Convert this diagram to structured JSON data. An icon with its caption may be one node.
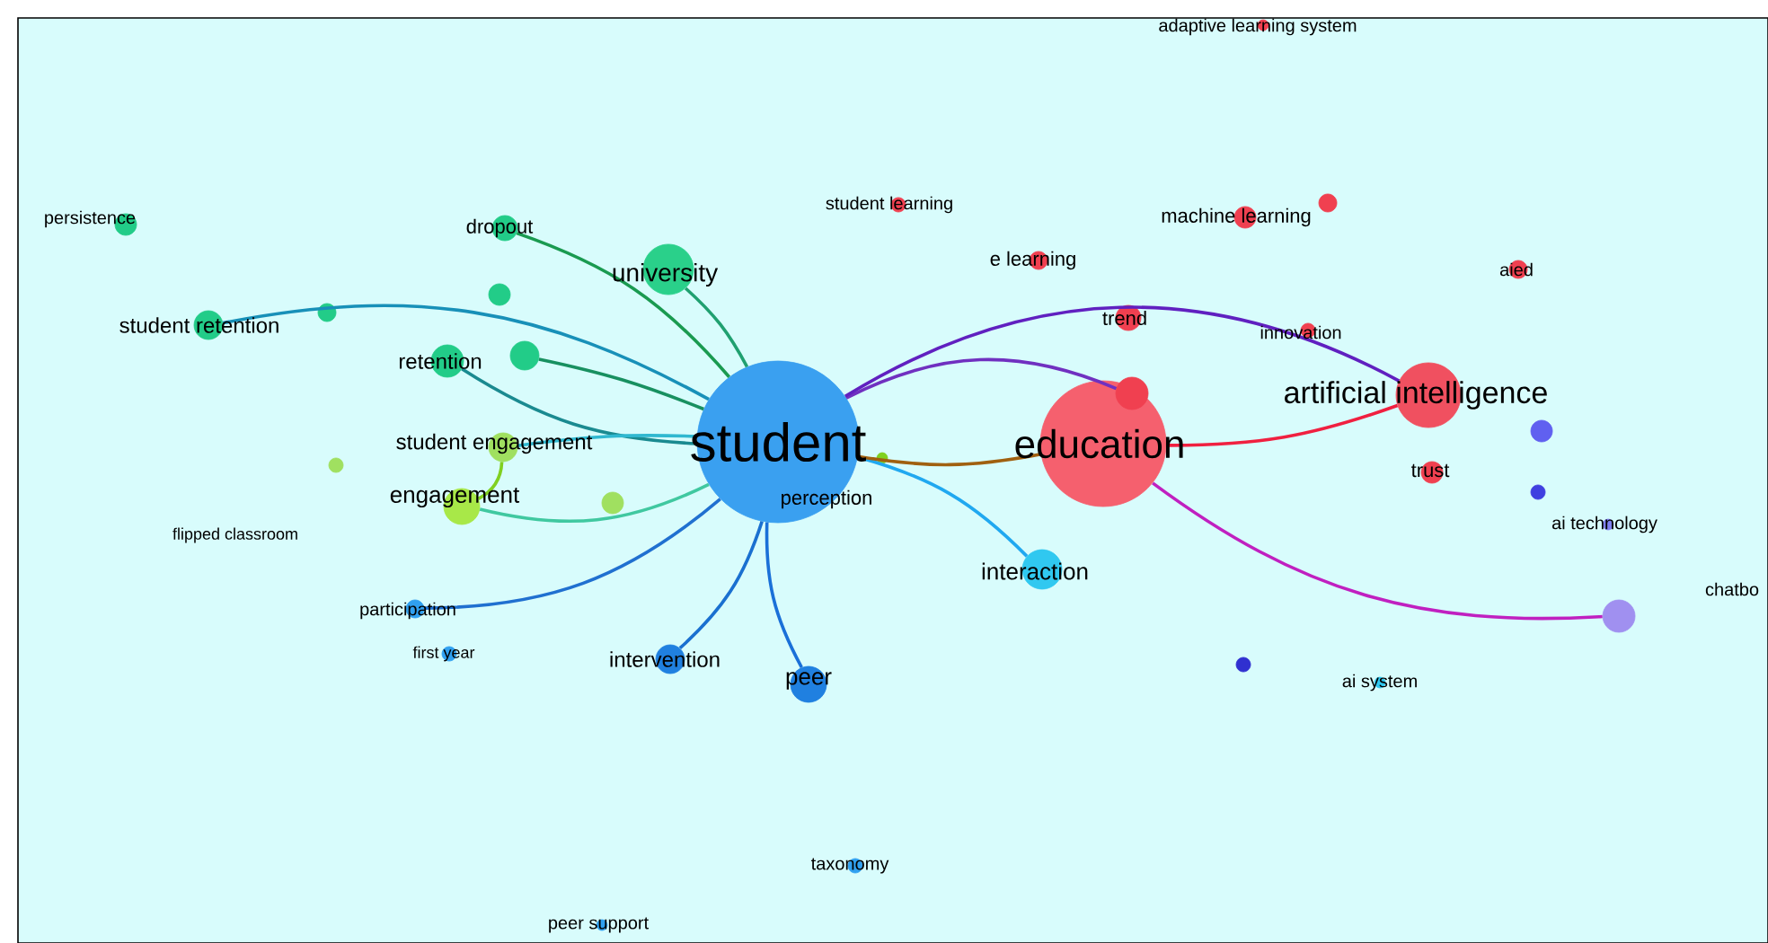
{
  "diagram": {
    "nodes": [
      {
        "text": [
          "student"
        ]
      },
      {
        "text": [
          "education"
        ]
      },
      {
        "text": [
          "artificial intelligence"
        ]
      },
      {
        "text": [
          "university"
        ]
      },
      {
        "text": [
          "dropout"
        ]
      },
      {
        "text": [
          "persistence"
        ]
      },
      {
        "text": [
          "student retention"
        ]
      },
      {
        "text": [
          "retention"
        ]
      },
      {
        "text": [
          "student engagement"
        ]
      },
      {
        "text": [
          "engagement"
        ]
      },
      {
        "text": [
          "flipped classroom"
        ]
      },
      {
        "text": [
          "participation"
        ]
      },
      {
        "text": [
          "first year"
        ]
      },
      {
        "text": [
          "intervention"
        ]
      },
      {
        "text": [
          "peer"
        ]
      },
      {
        "text": [
          "perception"
        ]
      },
      {
        "text": [
          "interaction"
        ]
      },
      {
        "text": [
          "student learning"
        ]
      },
      {
        "text": [
          "machine learning"
        ]
      },
      {
        "text": [
          "e learning"
        ]
      },
      {
        "text": [
          "trend"
        ]
      },
      {
        "text": [
          "innovation"
        ]
      },
      {
        "text": [
          "aied"
        ]
      },
      {
        "text": [
          "adaptive learning system"
        ]
      },
      {
        "text": [
          "trust"
        ]
      },
      {
        "text": [
          "ai technology"
        ]
      },
      {
        "text": [],
        "shape": "circle"
      },
      {
        "text": [
          "chatbo"
        ]
      },
      {
        "text": [
          "ai system"
        ]
      },
      {
        "text": [
          "taxonomy"
        ]
      },
      {
        "text": [
          "peer support"
        ]
      },
      {
        "text": [],
        "shape": "circle"
      },
      {
        "text": [],
        "shape": "circle"
      },
      {
        "text": [],
        "shape": "circle"
      },
      {
        "text": [],
        "shape": "circle"
      },
      {
        "text": [],
        "shape": "circle"
      },
      {
        "text": [],
        "shape": "circle"
      },
      {
        "text": [],
        "shape": "circle"
      },
      {
        "text": [],
        "shape": "circle"
      },
      {
        "text": [],
        "shape": "circle"
      },
      {
        "text": [],
        "shape": "circle"
      },
      {
        "text": [],
        "shape": "circle"
      }
    ],
    "edges": [
      {
        "from": 0,
        "to": 3,
        "arrow": "none",
        "color": "#20a070"
      },
      {
        "from": 4,
        "to": 0,
        "arrow": "none",
        "color": "#1a9a50"
      },
      {
        "from": 6,
        "to": 0,
        "arrow": "none",
        "color": "#1890b8"
      },
      {
        "from": 34,
        "to": 0,
        "arrow": "none",
        "color": "#189060"
      },
      {
        "from": 7,
        "to": 0,
        "arrow": "none",
        "color": "#1a8a90"
      },
      {
        "from": 8,
        "to": 0,
        "arrow": "none",
        "color": "#30b8d0"
      },
      {
        "from": 9,
        "to": 8,
        "arrow": "none",
        "color": "#80d020"
      },
      {
        "from": 9,
        "to": 0,
        "arrow": "none",
        "color": "#40c8a0"
      },
      {
        "from": 11,
        "to": 0,
        "arrow": "none",
        "color": "#2070d0"
      },
      {
        "from": 13,
        "to": 0,
        "arrow": "none",
        "color": "#1a70d0"
      },
      {
        "from": 14,
        "to": 0,
        "arrow": "none",
        "color": "#1a70d8"
      },
      {
        "from": 0,
        "to": 16,
        "arrow": "none",
        "color": "#20a8f0"
      },
      {
        "from": 0,
        "to": 1,
        "arrow": "none",
        "color": "#a06010"
      },
      {
        "from": 0,
        "to": 31,
        "arrow": "none",
        "color": "#7030c0"
      },
      {
        "from": 0,
        "to": 2,
        "arrow": "none",
        "color": "#6020c0"
      },
      {
        "from": 1,
        "to": 2,
        "arrow": "none",
        "color": "#f02040"
      },
      {
        "from": 1,
        "to": 26,
        "arrow": "none",
        "color": "#c020c0"
      }
    ]
  }
}
